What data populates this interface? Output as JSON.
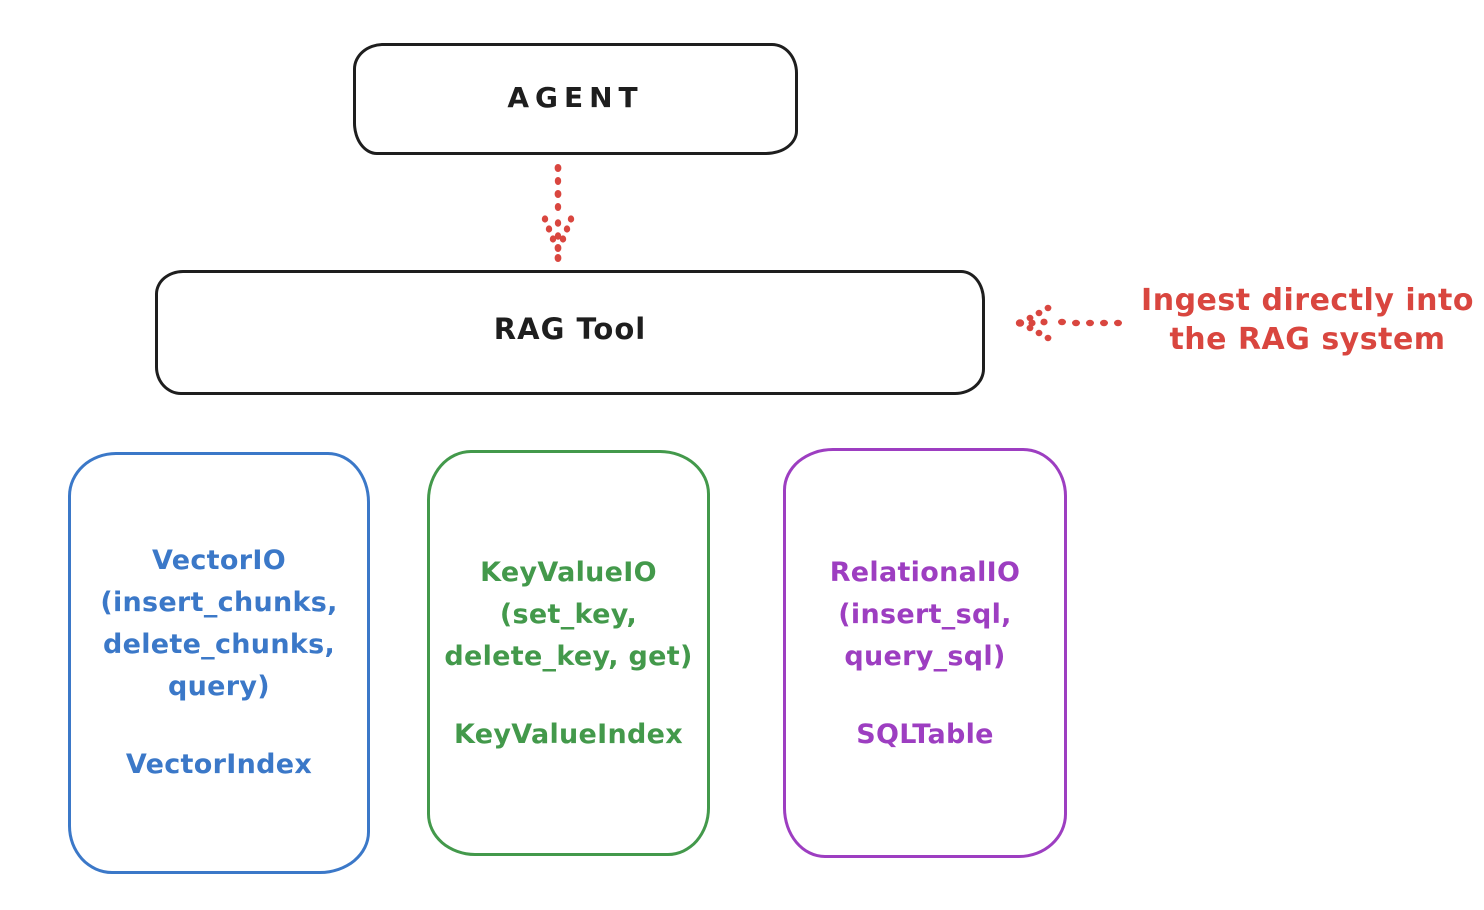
{
  "agent_box": {
    "label": "AGENT"
  },
  "rag_box": {
    "label": "RAG Tool"
  },
  "annotation": {
    "line1": "Ingest directly into",
    "line2": "the RAG system"
  },
  "storage_boxes": [
    {
      "id": "vector-io",
      "color": "#3b78c8",
      "lines": [
        "VectorIO",
        "(insert_chunks,",
        "delete_chunks,",
        "query)"
      ],
      "index_label": "VectorIndex"
    },
    {
      "id": "key-value-io",
      "color": "#43994b",
      "lines": [
        "KeyValueIO",
        "(set_key,",
        "delete_key, get)"
      ],
      "index_label": "KeyValueIndex"
    },
    {
      "id": "relational-io",
      "color": "#9d3ec1",
      "lines": [
        "RelationalIO",
        "(insert_sql,",
        "query_sql)"
      ],
      "index_label": "SQLTable"
    }
  ],
  "colors": {
    "ink": "#1e1e1e",
    "red": "#d9463f",
    "blue": "#3b78c8",
    "green": "#43994b",
    "purple": "#9d3ec1"
  }
}
